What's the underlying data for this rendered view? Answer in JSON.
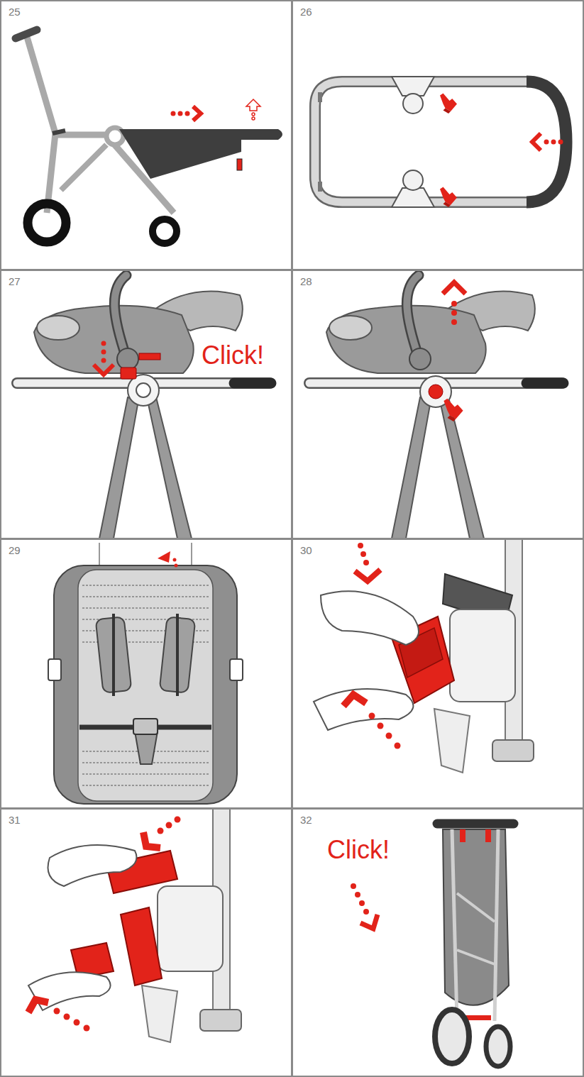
{
  "diagram": {
    "nodes": [
      {
        "text": [
          "25"
        ]
      },
      {
        "text": [
          "26"
        ]
      },
      {
        "text": [
          "27",
          "Click!"
        ]
      },
      {
        "text": [
          "28"
        ]
      },
      {
        "text": [
          "29"
        ]
      },
      {
        "text": [
          "30"
        ]
      },
      {
        "text": [
          "31"
        ]
      },
      {
        "text": [
          "32",
          "Click!"
        ]
      }
    ]
  }
}
